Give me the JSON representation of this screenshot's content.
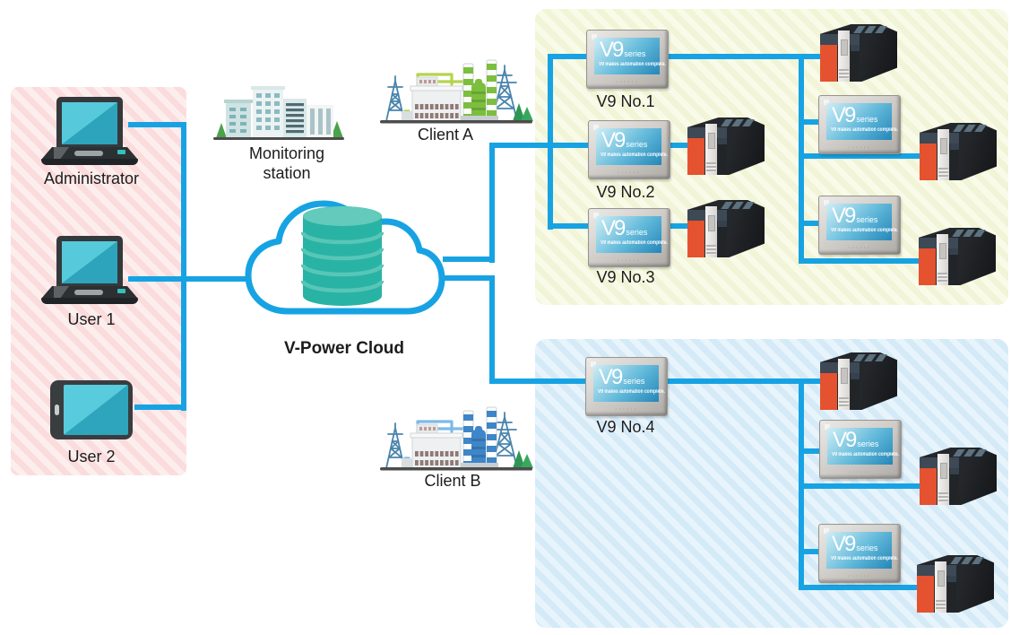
{
  "labels": {
    "administrator": "Administrator",
    "user1": "User 1",
    "user2": "User 2",
    "monitoring_station": "Monitoring station",
    "cloud": "V-Power Cloud",
    "client_a": "Client A",
    "client_b": "Client B",
    "v9_no1": "V9 No.1",
    "v9_no2": "V9 No.2",
    "v9_no3": "V9 No.3",
    "v9_no4": "V9 No.4"
  },
  "v9_device": {
    "brand": "V9",
    "brand_suffix": "series",
    "tagline": "V9 makes automation complete."
  },
  "colors": {
    "connection_line": "#17a3e3",
    "cloud_outline": "#17a3e3",
    "database_teal": "#29b3a4",
    "admin_panel_tint": "#fbdcdc",
    "client_a_panel_tint": "#f1f4d6",
    "client_b_panel_tint": "#d5eaf7",
    "plc_accent": "#e4522f",
    "device_screen_teal": "#56cadb"
  }
}
